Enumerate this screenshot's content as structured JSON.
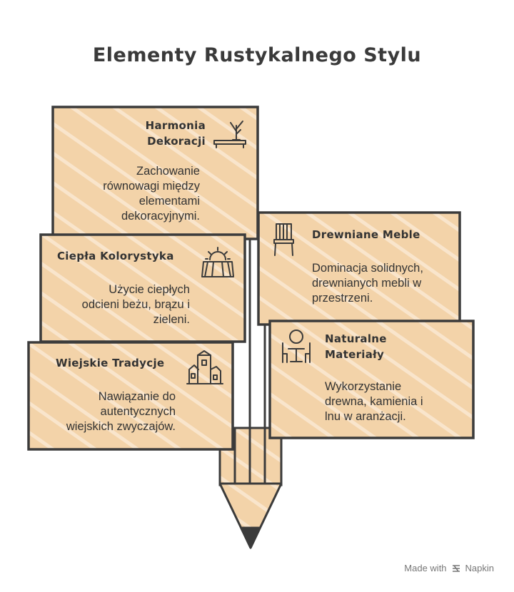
{
  "title": "Elementy Rustykalnego Stylu",
  "colors": {
    "fill": "#f3d3a9",
    "stroke": "#3b3b3b",
    "hatch": "#fbe9d3"
  },
  "cards": [
    {
      "id": "harmonia",
      "title": "Harmonia\nDekoracji",
      "desc": "Zachowanie\nrównowagi między\nelementami\ndekoracyjnymi.",
      "icon": "tree-bench-icon"
    },
    {
      "id": "ciepla",
      "title": "Ciepła Kolorystyka",
      "desc": "Użycie ciepłych\nodcieni beżu, brązu i\nzieleni.",
      "icon": "sun-field-icon"
    },
    {
      "id": "wiejskie",
      "title": "Wiejskie Tradycje",
      "desc": "Nawiązanie do\nautentycznych\nwiejskich zwyczajów.",
      "icon": "village-icon"
    },
    {
      "id": "drewniane",
      "title": "Drewniane Meble",
      "desc": "Dominacja solidnych,\ndrewnianych mebli w\nprzestrzeni.",
      "icon": "chair-icon"
    },
    {
      "id": "naturalne",
      "title": "Naturalne\nMateriały",
      "desc": "Wykorzystanie\ndrewna, kamienia i\nlnu w aranżacji.",
      "icon": "table-chairs-icon"
    }
  ],
  "footer": {
    "text": "Made with",
    "brand": "Napkin"
  }
}
